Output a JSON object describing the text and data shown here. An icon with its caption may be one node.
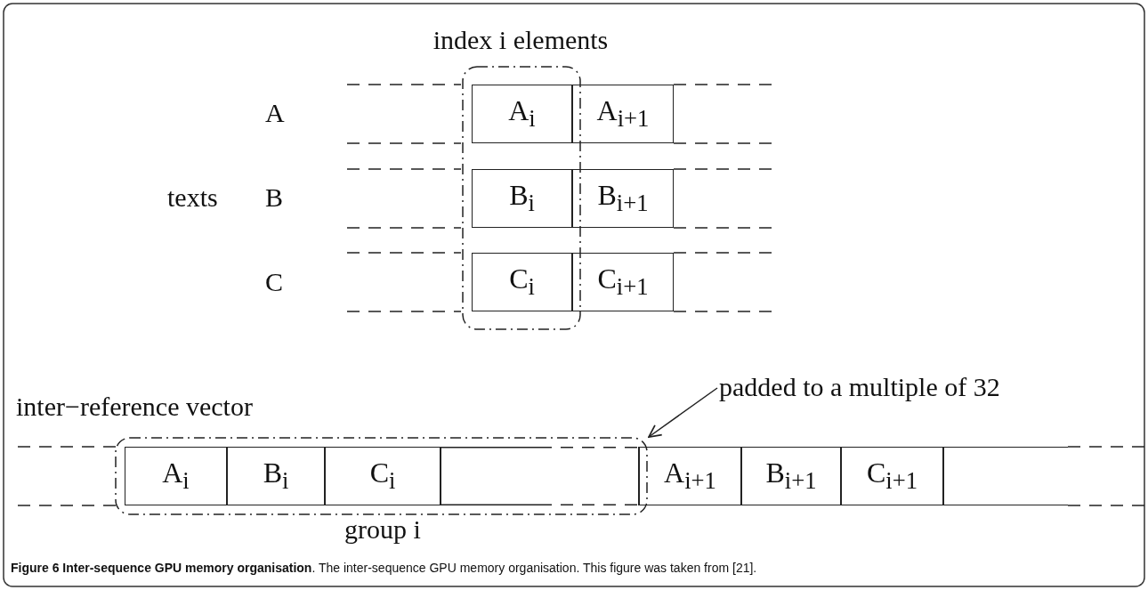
{
  "diagram": {
    "caption": "**Figure 6 Inter-sequence GPU memory organisation**. The inter-sequence GPU memory organisation. This figure was taken from [21].",
    "nodes": [
      {
        "text": [
          "index i elements"
        ]
      },
      {
        "text": [
          "A$_{i}$"
        ],
        "in": 0
      },
      {
        "text": [
          "A$_{i+1}$"
        ]
      },
      {
        "text": [
          "B$_{i}$"
        ],
        "in": 0
      },
      {
        "text": [
          "B$_{i+1}$"
        ]
      },
      {
        "text": [
          "C$_{i}$"
        ],
        "in": 0
      },
      {
        "text": [
          "C$_{i+1}$"
        ]
      },
      {
        "text": [
          "padded to a multiple of 32"
        ]
      },
      {
        "text": [
          "group i"
        ]
      },
      {
        "text": [
          "A$_{i}$"
        ],
        "in": 8
      },
      {
        "text": [
          "B$_{i}$"
        ],
        "in": 8
      },
      {
        "text": [
          "C$_{i}$"
        ],
        "in": 8
      },
      {
        "text": [],
        "shape": "box",
        "in": 8
      },
      {
        "text": [
          "A$_{i+1}$"
        ]
      },
      {
        "text": [
          "B$_{i+1}$"
        ]
      },
      {
        "text": [
          "C$_{i+1}$"
        ]
      },
      {
        "text": [],
        "shape": "box"
      }
    ],
    "edges": [
      {
        "from": 7,
        "to": 8,
        "arrow": "to"
      }
    ],
    "labels": [
      "A",
      "texts",
      "B",
      "C",
      "inter−reference vector"
    ]
  }
}
